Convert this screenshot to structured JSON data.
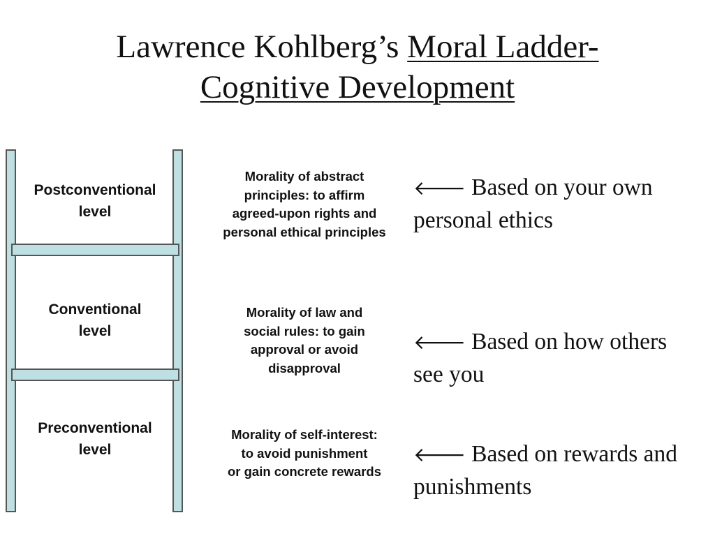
{
  "title": {
    "prefix": "Lawrence Kohlberg’s ",
    "underlined_line1": "Moral Ladder-",
    "underlined_line2": "Cognitive Development"
  },
  "ladder": {
    "levels": [
      {
        "name": "Postconventional",
        "suffix": "level"
      },
      {
        "name": "Conventional",
        "suffix": "level"
      },
      {
        "name": "Preconventional",
        "suffix": "level"
      }
    ]
  },
  "morality": [
    {
      "lines": [
        "Morality of abstract",
        "principles: to affirm",
        "agreed-upon rights and",
        "personal ethical principles"
      ]
    },
    {
      "lines": [
        "Morality of law and",
        "social rules: to gain",
        "approval or avoid",
        "disapproval"
      ]
    },
    {
      "lines": [
        "Morality of self-interest:",
        "to avoid punishment",
        "or gain concrete rewards"
      ]
    }
  ],
  "basis": [
    {
      "arrow": "🡐",
      "line1": "Based on your own",
      "line2": "personal ethics"
    },
    {
      "arrow": "🡐",
      "line1": "Based on how others",
      "line2": "see you"
    },
    {
      "arrow": "🡐",
      "line1": "Based on rewards and",
      "line2": "punishments"
    }
  ]
}
